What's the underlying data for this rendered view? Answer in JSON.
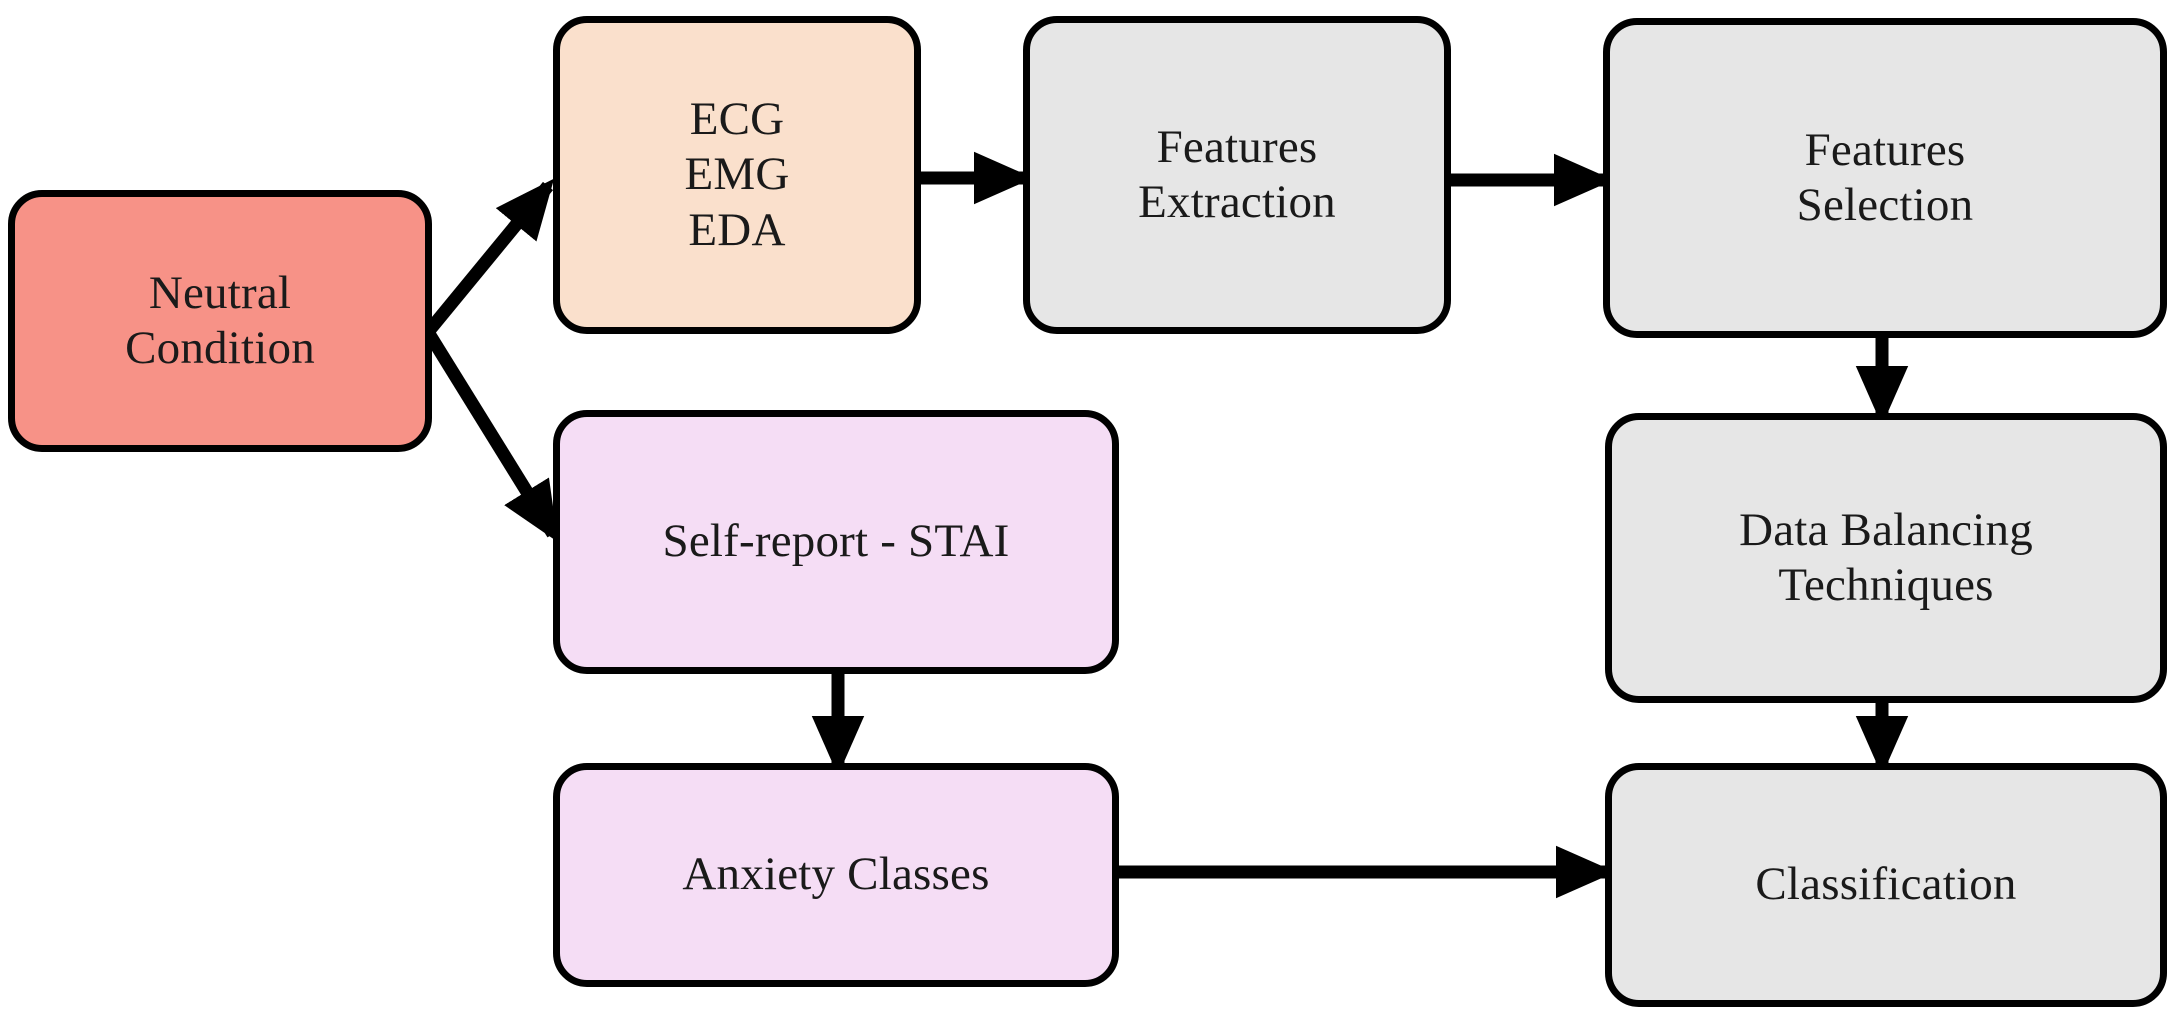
{
  "diagram": {
    "title": "Anxiety recognition pipeline flowchart",
    "background_color": "#FFFFFF",
    "edge_color": "#000000",
    "nodes": [
      {
        "id": "neutral-condition",
        "label": "Neutral\nCondition",
        "fill": "#F79287",
        "stroke": "#000000"
      },
      {
        "id": "signals",
        "label": "ECG\nEMG\nEDA",
        "fill": "#FAE0CC",
        "stroke": "#000000"
      },
      {
        "id": "features-extraction",
        "label": "Features\nExtraction",
        "fill": "#E6E6E6",
        "stroke": "#000000"
      },
      {
        "id": "features-selection",
        "label": "Features\nSelection",
        "fill": "#E6E6E6",
        "stroke": "#000000"
      },
      {
        "id": "self-report",
        "label": "Self-report - STAI",
        "fill": "#F5DDF5",
        "stroke": "#000000"
      },
      {
        "id": "anxiety-classes",
        "label": "Anxiety Classes",
        "fill": "#F5DDF5",
        "stroke": "#000000"
      },
      {
        "id": "data-balancing",
        "label": "Data Balancing\nTechniques",
        "fill": "#E6E6E6",
        "stroke": "#000000"
      },
      {
        "id": "classification",
        "label": "Classification",
        "fill": "#E6E6E6",
        "stroke": "#000000"
      }
    ],
    "edges": [
      {
        "id": "neutral-to-signals",
        "from": "neutral-condition",
        "to": "signals",
        "label": "",
        "direction": "up-right"
      },
      {
        "id": "neutral-to-self-report",
        "from": "neutral-condition",
        "to": "self-report",
        "label": "",
        "direction": "down-right"
      },
      {
        "id": "signals-to-features-extraction",
        "from": "signals",
        "to": "features-extraction",
        "label": "",
        "direction": "right"
      },
      {
        "id": "extraction-to-selection",
        "from": "features-extraction",
        "to": "features-selection",
        "label": "",
        "direction": "right"
      },
      {
        "id": "selection-to-data-balancing",
        "from": "features-selection",
        "to": "data-balancing",
        "label": "",
        "direction": "down"
      },
      {
        "id": "self-report-to-anxiety-classes",
        "from": "self-report",
        "to": "anxiety-classes",
        "label": "",
        "direction": "down"
      },
      {
        "id": "data-balancing-to-classification",
        "from": "data-balancing",
        "to": "classification",
        "label": "",
        "direction": "down"
      },
      {
        "id": "anxiety-classes-to-classification",
        "from": "anxiety-classes",
        "to": "classification",
        "label": "",
        "direction": "right"
      }
    ]
  }
}
